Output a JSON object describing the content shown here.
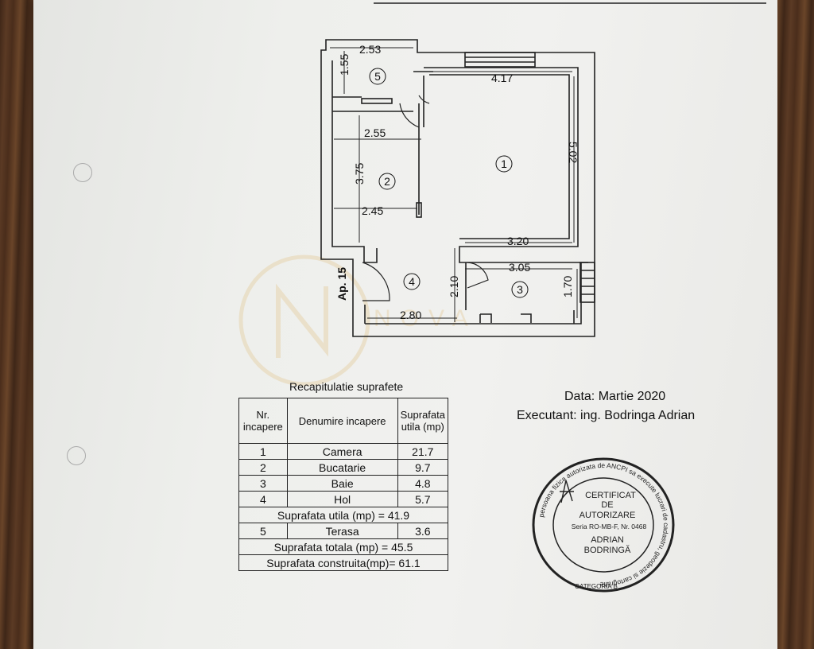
{
  "plan": {
    "dims": {
      "d253": "2.53",
      "d155": "1.55",
      "d417": "4.17",
      "d255": "2.55",
      "d375": "3.75",
      "d245": "2.45",
      "d502": "5.02",
      "d320": "3.20",
      "d305": "3.05",
      "d210": "2.10",
      "d170": "1.70",
      "d280": "2.80"
    },
    "rooms": {
      "r1": "1",
      "r2": "2",
      "r3": "3",
      "r4": "4",
      "r5": "5"
    },
    "apartment_label": "Ap. 15",
    "watermark": "NOVA"
  },
  "table": {
    "title": "Recapitulatie suprafete",
    "headers": {
      "nr": "Nr. incapere",
      "name": "Denumire incapere",
      "area": "Suprafata utila (mp)"
    },
    "rows": [
      {
        "nr": "1",
        "name": "Camera",
        "area": "21.7"
      },
      {
        "nr": "2",
        "name": "Bucatarie",
        "area": "9.7"
      },
      {
        "nr": "3",
        "name": "Baie",
        "area": "4.8"
      },
      {
        "nr": "4",
        "name": "Hol",
        "area": "5.7"
      }
    ],
    "useful_total": "Suprafata utila (mp) = 41.9",
    "terrace": {
      "nr": "5",
      "name": "Terasa",
      "area": "3.6"
    },
    "total": "Suprafata totala (mp) = 45.5",
    "built": "Suprafata construita(mp)= 61.1"
  },
  "info": {
    "date": "Data: Martie 2020",
    "executant": "Executant: ing. Bodringa  Adrian"
  },
  "stamp": {
    "ring_text": "persoana fizica autorizata de ANCPI sa execute lucrari de cadastru, geodezie si cartografie",
    "line1": "CERTIFICAT",
    "line2": "DE",
    "line3": "AUTORIZARE",
    "line4": "Seria RO-MB-F, Nr. 0468",
    "line5": "ADRIAN",
    "line6": "BODRINGĂ",
    "category": "CATEGORIA B"
  },
  "colors": {
    "ink": "#1a1a1a",
    "paper": "#eeeeeb",
    "watermark": "#e8c98a",
    "stamp": "#222222"
  }
}
